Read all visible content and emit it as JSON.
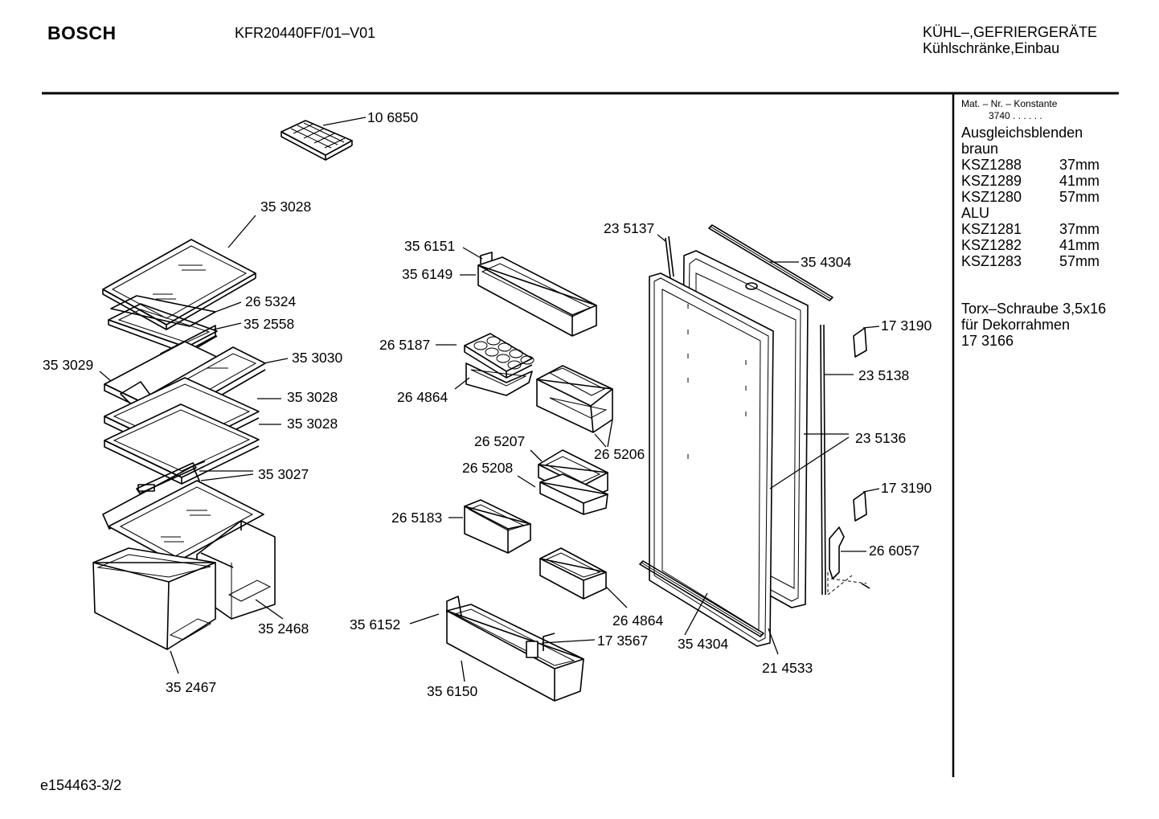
{
  "header": {
    "brand": "BOSCH",
    "model": "KFR20440FF/01–V01",
    "category_line1": "KÜHL–,GEFRIERGERÄTE",
    "category_line2": "Kühlschränke,Einbau"
  },
  "sidebar": {
    "mat_title": "Mat. – Nr. – Konstante",
    "mat_value": "3740 . . . . . .",
    "heading1": "Ausgleichsblenden",
    "heading2": "braun",
    "group_braun": [
      {
        "code": "KSZ1288",
        "size": "37mm"
      },
      {
        "code": "KSZ1289",
        "size": "41mm"
      },
      {
        "code": "KSZ1280",
        "size": "57mm"
      }
    ],
    "heading3": "ALU",
    "group_alu": [
      {
        "code": "KSZ1281",
        "size": "37mm"
      },
      {
        "code": "KSZ1282",
        "size": "41mm"
      },
      {
        "code": "KSZ1283",
        "size": "57mm"
      }
    ],
    "note_line1": "Torx–Schraube 3,5x16",
    "note_line2": "für Dekorrahmen",
    "note_line3": "17 3166"
  },
  "footer": {
    "drawing_id": "e154463-3/2"
  },
  "parts": {
    "p106850": "10 6850",
    "p353028_top": "35 3028",
    "p265324": "26 5324",
    "p352558": "35 2558",
    "p353029": "35 3029",
    "p353030": "35 3030",
    "p353028_a": "35 3028",
    "p353028_b": "35 3028",
    "p353027": "35 3027",
    "p352468": "35 2468",
    "p352467": "35 2467",
    "p356151": "35 6151",
    "p356149": "35 6149",
    "p265187": "26 5187",
    "p264864_a": "26 4864",
    "p265206": "26 5206",
    "p265207": "26 5207",
    "p265208": "26 5208",
    "p265183": "26 5183",
    "p264864_b": "26 4864",
    "p356152": "35 6152",
    "p173567": "17 3567",
    "p356150": "35 6150",
    "p235137": "23 5137",
    "p354304_top": "35 4304",
    "p173190_a": "17 3190",
    "p235138": "23 5138",
    "p235136": "23 5136",
    "p173190_b": "17 3190",
    "p266057": "26 6057",
    "p354304_bot": "35 4304",
    "p214533": "21 4533"
  }
}
